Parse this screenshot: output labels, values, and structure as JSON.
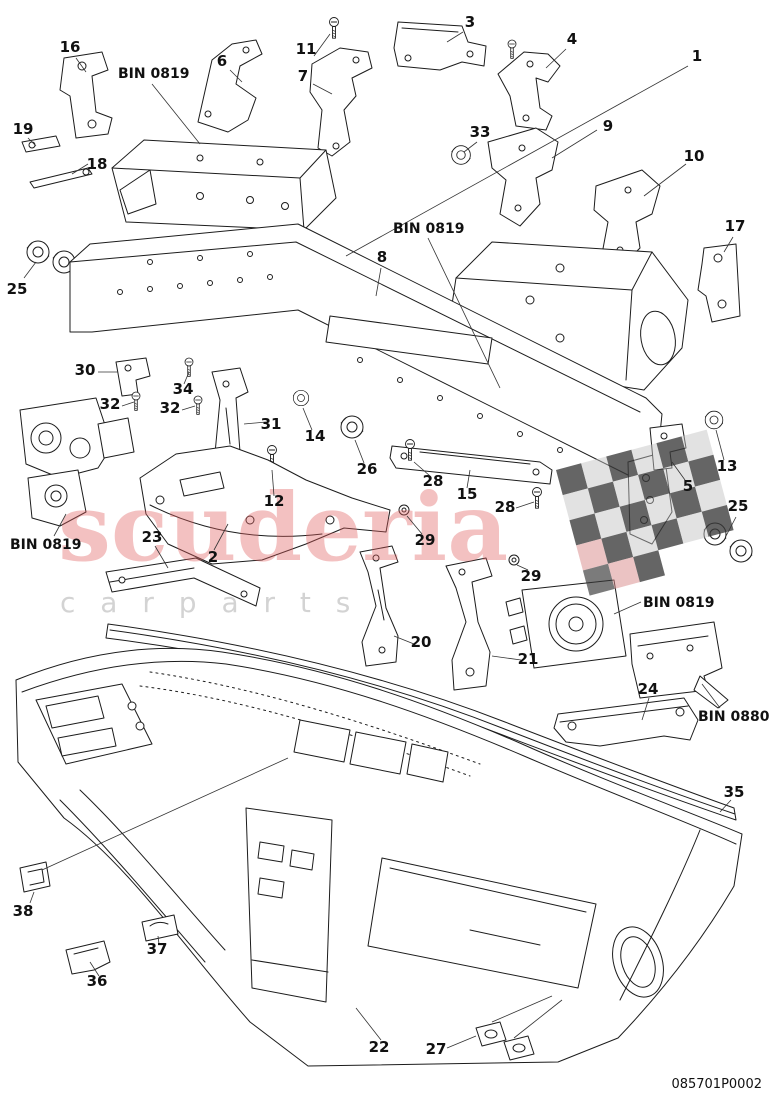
{
  "diagram": {
    "part_number": "085701P0002",
    "watermark": {
      "brand": "scuderia",
      "subtitle": "c a r p a r t s",
      "brand_color": "#e25f5f",
      "flag_dark": "#3a3a3a",
      "flag_light": "#c2c2c2",
      "flag_red": "#d98b8b"
    },
    "bin_labels": {
      "top": "BIN 0819",
      "mid": "BIN 0819",
      "left": "BIN 0819",
      "right": "BIN 0819",
      "storage": "BIN 0880"
    },
    "callouts": {
      "n1": "1",
      "n2": "2",
      "n3": "3",
      "n4": "4",
      "n5": "5",
      "n6": "6",
      "n7": "7",
      "n8": "8",
      "n9": "9",
      "n10": "10",
      "n11": "11",
      "n12": "12",
      "n13": "13",
      "n14": "14",
      "n15": "15",
      "n16": "16",
      "n17": "17",
      "n18": "18",
      "n19": "19",
      "n20": "20",
      "n21": "21",
      "n22": "22",
      "n23": "23",
      "n24": "24",
      "n25a": "25",
      "n25b": "25",
      "n26": "26",
      "n27": "27",
      "n28a": "28",
      "n28b": "28",
      "n29a": "29",
      "n29b": "29",
      "n30": "30",
      "n31": "31",
      "n32a": "32",
      "n32b": "32",
      "n33": "33",
      "n34": "34",
      "n35": "35",
      "n36": "36",
      "n37": "37",
      "n38": "38"
    }
  }
}
